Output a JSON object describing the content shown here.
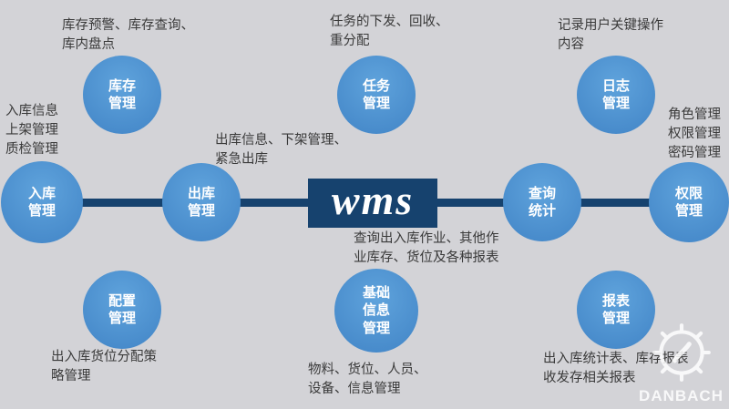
{
  "colors": {
    "background": "#d3d3d7",
    "node_blue": "#4e94d3",
    "center_navy": "#16426e",
    "connector": "#16426e",
    "note_text": "#3a3a3a",
    "node_text": "#ffffff"
  },
  "center": {
    "label": "wms"
  },
  "nodes": {
    "inventory": {
      "label": "库存\n管理"
    },
    "task": {
      "label": "任务\n管理"
    },
    "log": {
      "label": "日志\n管理"
    },
    "inbound": {
      "label": "入库\n管理"
    },
    "outbound": {
      "label": "出库\n管理"
    },
    "query": {
      "label": "查询\n统计"
    },
    "permission": {
      "label": "权限\n管理"
    },
    "config": {
      "label": "配置\n管理"
    },
    "basicinfo": {
      "label": "基础\n信息\n管理"
    },
    "report": {
      "label": "报表\n管理"
    }
  },
  "notes": {
    "inventory": "库存预警、库存查询、\n库内盘点",
    "task": "任务的下发、回收、\n重分配",
    "log": "记录用户关键操作\n内容",
    "inbound": "入库信息\n上架管理\n质检管理",
    "outbound": "出库信息、下架管理、\n紧急出库",
    "permission": "角色管理\n权限管理\n密码管理",
    "query": "查询出入库作业、其他作\n业库存、货位及各种报表",
    "config": "出入库货位分配策\n略管理",
    "basicinfo": "物料、货位、人员、\n设备、信息管理",
    "report": "出入库统计表、库存报表\n收发存相关报表"
  },
  "watermark": {
    "text": "DANBACH"
  }
}
